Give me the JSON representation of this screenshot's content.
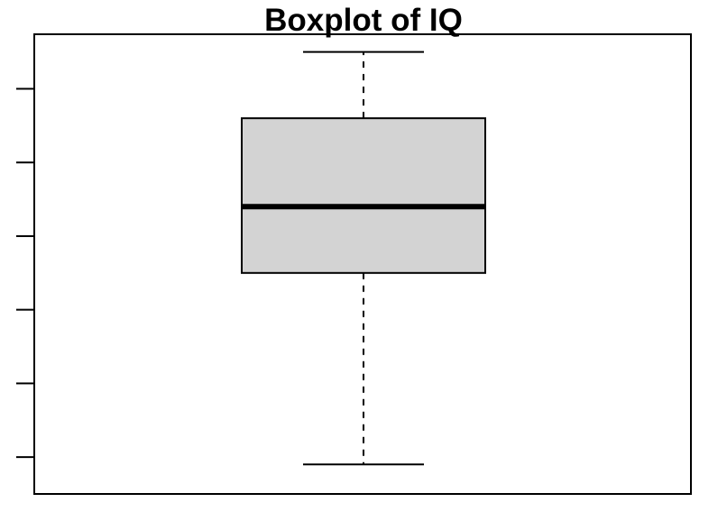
{
  "chart_data": {
    "type": "boxplot",
    "title": "Boxplot of IQ",
    "xlabel": "",
    "ylabel": "",
    "ylim": [
      0,
      6.24
    ],
    "yticks": [
      0.5,
      1.5,
      2.5,
      3.5,
      4.5,
      5.5
    ],
    "grid": false,
    "legend": "none",
    "box": {
      "min": 0.4,
      "q1": 3.0,
      "median": 3.9,
      "q3": 5.1,
      "max": 6.0
    },
    "colors": {
      "box_fill": "#d3d3d3",
      "stroke": "#000000"
    }
  }
}
